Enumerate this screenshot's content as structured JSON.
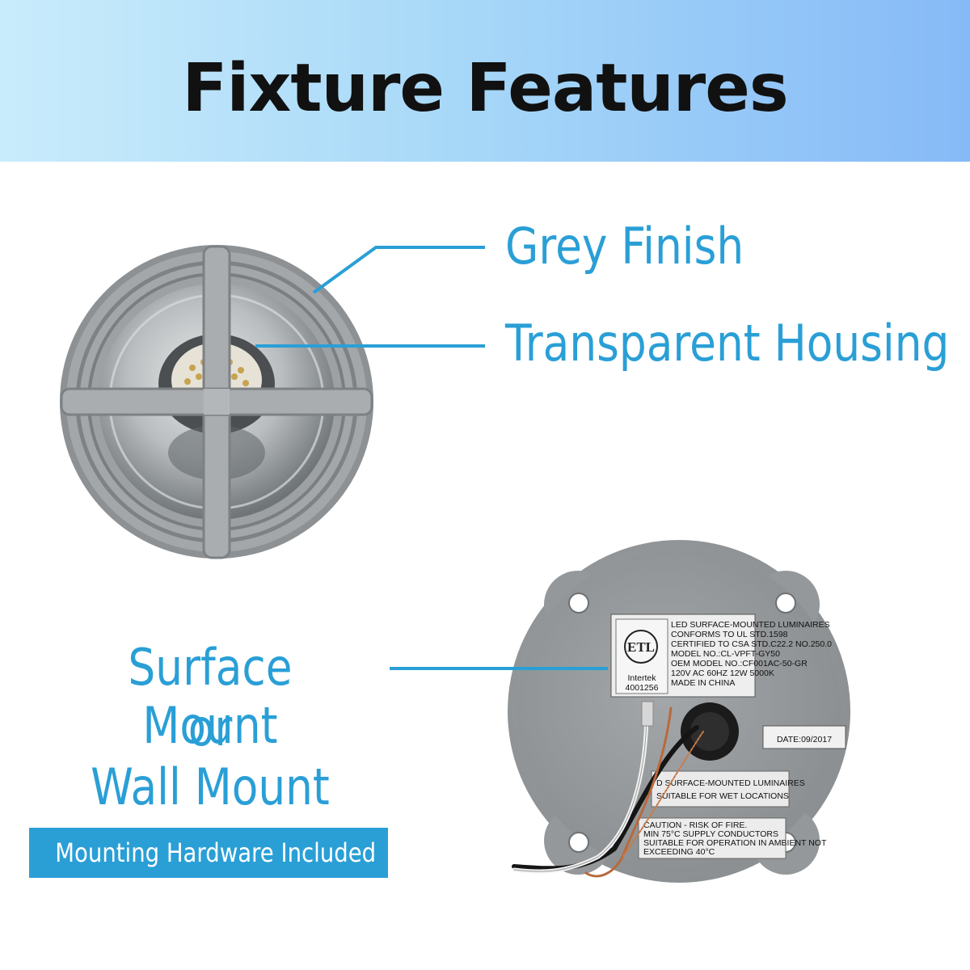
{
  "header": {
    "title": "Fixture Features"
  },
  "features": {
    "grey_finish": "Grey Finish",
    "transparent_housing": "Transparent Housing"
  },
  "mounting": {
    "line1": "Surface Mount",
    "line2": "or",
    "line3": "Wall Mount",
    "hardware_badge": "Mounting Hardware Included"
  },
  "label_plate": {
    "lines": [
      "LED SURFACE-MOUNTED LUMINAIRES",
      "CONFORMS TO UL STD.1598",
      "CERTIFIED TO CSA STD.C22.2 NO.250.0",
      "MODEL NO.:CL-VPFT-GY50",
      "OEM MODEL NO.:CF001AC-50-GR",
      "120V  AC 60HZ 12W 5000K",
      "MADE IN CHINA"
    ],
    "cert_brand": "Intertek",
    "cert_number": "4001256",
    "date": "DATE:09/2017",
    "wet_label": [
      "D SURFACE-MOUNTED LUMINAIRES",
      "SUITABLE FOR WET  LOCATIONS"
    ],
    "caution_label": [
      "CAUTION - RISK OF FIRE.",
      "MIN 75°C SUPPLY CONDUCTORS",
      "SUITABLE FOR OPERATION IN AMBIENT NOT",
      "EXCEEDING 40°C"
    ]
  },
  "colors": {
    "accent": "#2a9fd6",
    "title_text": "#111111",
    "fixture_grey": "#9a9ea1"
  }
}
